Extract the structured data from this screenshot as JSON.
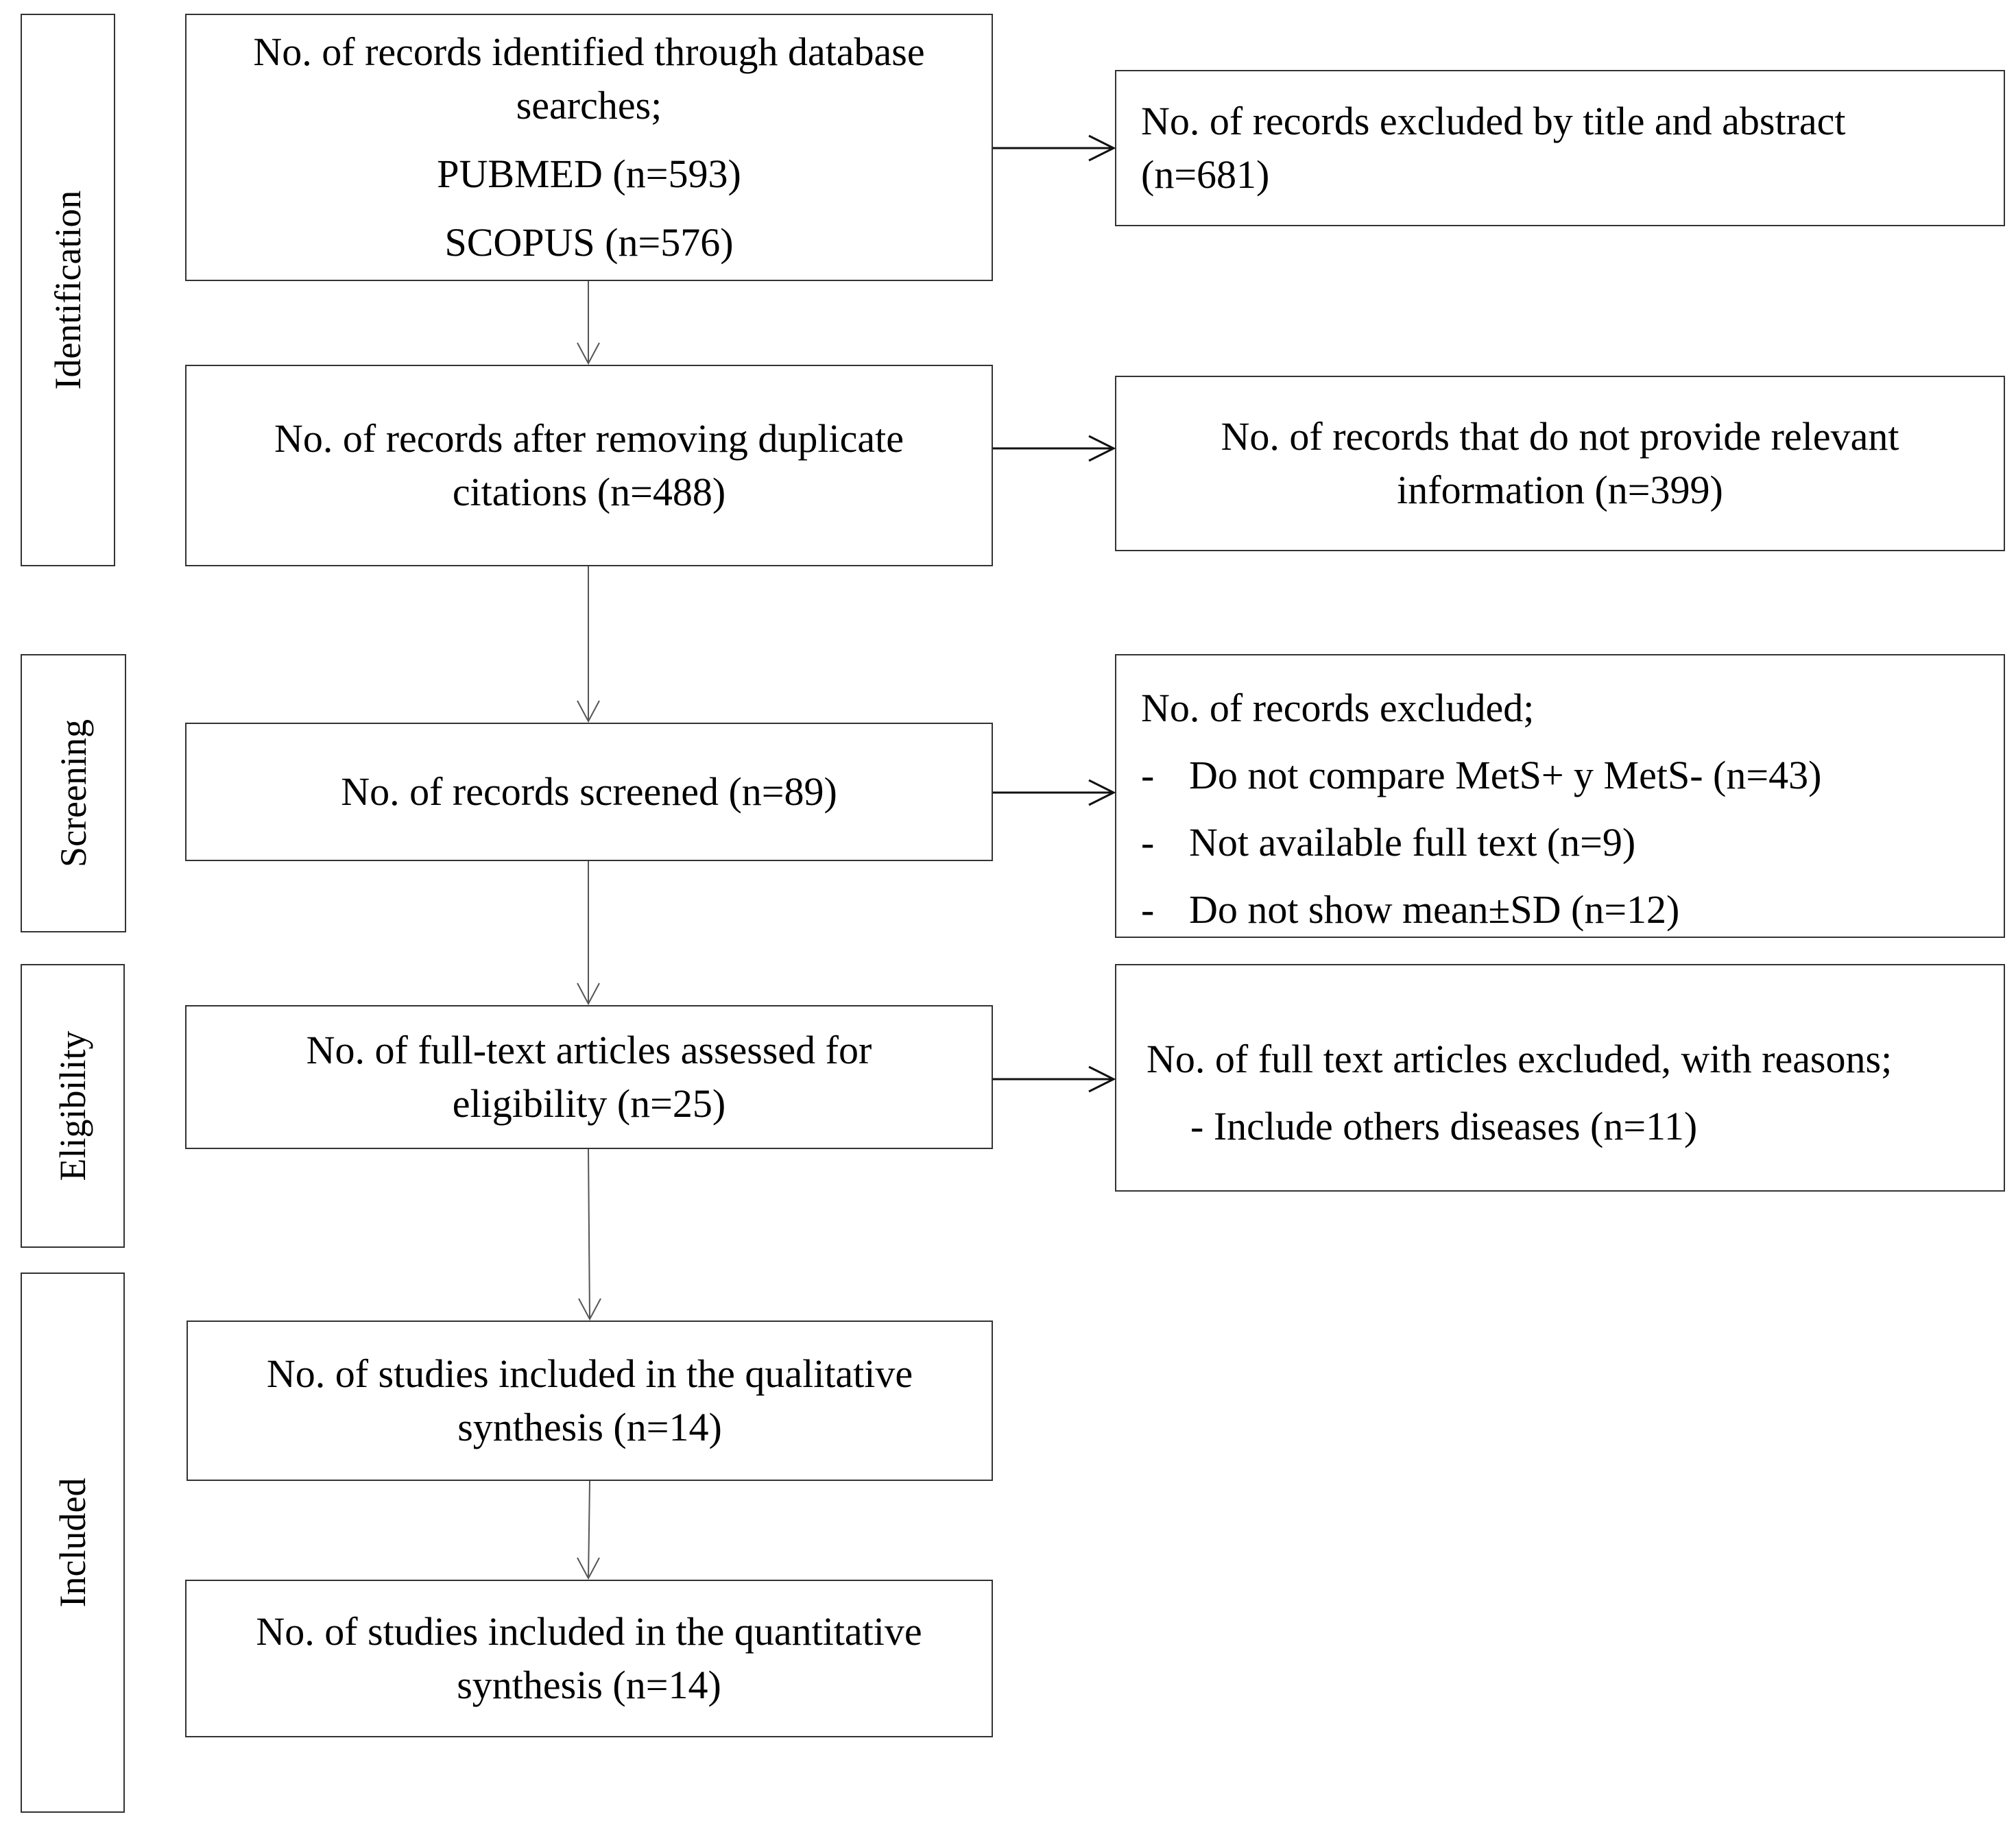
{
  "stages": {
    "identification": "Identification",
    "screening": "Screening",
    "eligibility": "Eligibility",
    "included": "Included"
  },
  "main_boxes": {
    "identified": {
      "line1": "No. of records identified through database",
      "line2": "searches;",
      "pubmed": "PUBMED (n=593)",
      "scopus": "SCOPUS (n=576)"
    },
    "after_duplicates": {
      "line1": "No. of records after removing duplicate",
      "line2": "citations (n=488)"
    },
    "screened": {
      "line1": "No. of records screened (n=89)"
    },
    "full_text_assessed": {
      "line1": "No. of full-text articles assessed for",
      "line2": "eligibility (n=25)"
    },
    "qualitative": {
      "line1": "No. of studies included in the qualitative",
      "line2": "synthesis (n=14)"
    },
    "quantitative": {
      "line1": "No. of studies included in the quantitative",
      "line2": "synthesis (n=14)"
    }
  },
  "side_boxes": {
    "excluded_title_abstract": {
      "line1": "No. of records excluded by title and abstract",
      "line2": "(n=681)"
    },
    "not_relevant": {
      "line1": "No. of records that do not provide relevant",
      "line2": "information (n=399)"
    },
    "records_excluded": {
      "heading": "No. of records excluded;",
      "items": [
        "Do not compare MetS+ y MetS- (n=43)",
        "Not available full text (n=9)",
        "Do not show mean±SD (n=12)"
      ]
    },
    "full_text_excluded": {
      "heading": "No. of full text articles excluded, with reasons;",
      "item": "- Include others diseases (n=11)"
    }
  }
}
